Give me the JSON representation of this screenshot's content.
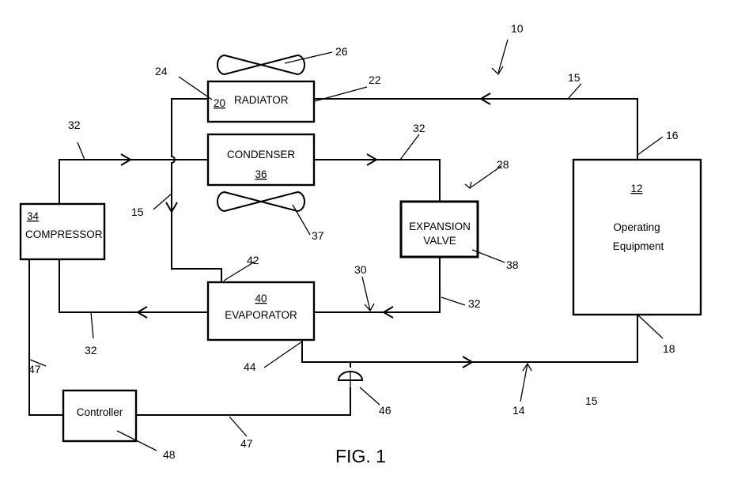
{
  "figure_label": "FIG. 1",
  "components": {
    "radiator": {
      "number": "20",
      "name": "RADIATOR"
    },
    "condenser": {
      "name": "CONDENSER",
      "number": "36"
    },
    "compressor": {
      "number": "34",
      "name": "COMPRESSOR"
    },
    "expansion_valve": {
      "line1": "EXPANSION",
      "line2": "VALVE"
    },
    "evaporator": {
      "number": "40",
      "name": "EVAPORATOR"
    },
    "operating_equipment": {
      "number": "12",
      "line1": "Operating",
      "line2": "Equipment"
    },
    "controller": {
      "name": "Controller"
    }
  },
  "reference_numerals": {
    "system": "10",
    "loop_top": "15",
    "loop_left": "15",
    "loop_bottom": "15",
    "equip_inlet": "16",
    "equip_outlet": "18",
    "radiator_outlet": "22",
    "radiator_inlet": "24",
    "radiator_fan": "26",
    "refrigeration_circuit": "28",
    "refrigerant_line_top_left": "32",
    "refrigerant_line_top_right": "32",
    "refrigerant_line_valve": "32",
    "refrigerant_line_bottom_left": "32",
    "evap_arrow": "30",
    "condenser_fan": "37",
    "valve_ref": "38",
    "evap_inlet": "42",
    "evap_outlet": "44",
    "sensor": "46",
    "signal_left": "47",
    "signal_bottom": "47",
    "controller_ref": "48",
    "coolant_line": "14"
  }
}
